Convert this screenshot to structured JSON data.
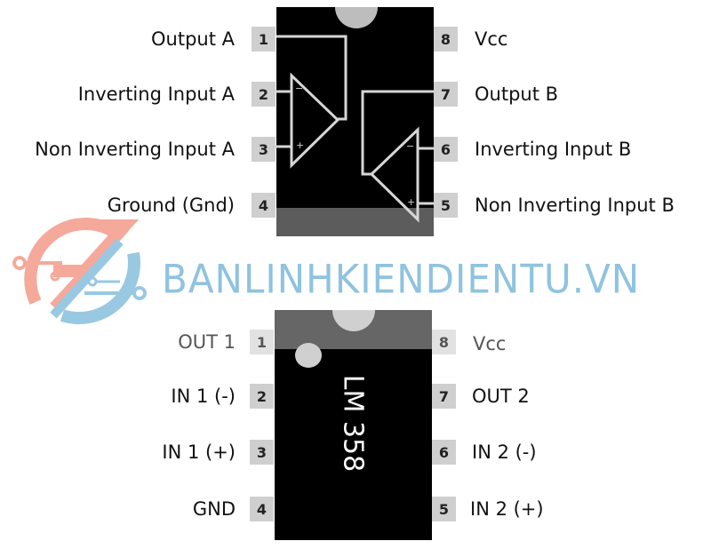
{
  "top_diagram": {
    "left_pins": [
      {
        "number": "1",
        "label": "Output A"
      },
      {
        "number": "2",
        "label": "Inverting Input A"
      },
      {
        "number": "3",
        "label": "Non Inverting Input A"
      },
      {
        "number": "4",
        "label": "Ground (Gnd)"
      }
    ],
    "right_pins": [
      {
        "number": "8",
        "label": "Vcc"
      },
      {
        "number": "7",
        "label": "Output B"
      },
      {
        "number": "6",
        "label": "Inverting Input B"
      },
      {
        "number": "5",
        "label": "Non Inverting Input B"
      }
    ],
    "opamp_a": {
      "minus": "−",
      "plus": "+"
    },
    "opamp_b": {
      "minus": "−",
      "plus": "+"
    }
  },
  "watermark": {
    "text": "BANLINHKIENDIENTU.VN",
    "icon": "circuit-logo-icon",
    "colors": {
      "red": "#f4a090",
      "blue": "#8fc3df"
    }
  },
  "bottom_diagram": {
    "chip_name": "LM 358",
    "left_pins": [
      {
        "number": "1",
        "label": "OUT 1"
      },
      {
        "number": "2",
        "label": "IN 1 (-)"
      },
      {
        "number": "3",
        "label": "IN 1 (+)"
      },
      {
        "number": "4",
        "label": "GND"
      }
    ],
    "right_pins": [
      {
        "number": "8",
        "label": "Vcc"
      },
      {
        "number": "7",
        "label": "OUT 2"
      },
      {
        "number": "6",
        "label": "IN 2 (-)"
      },
      {
        "number": "5",
        "label": "IN 2 (+)"
      }
    ]
  }
}
